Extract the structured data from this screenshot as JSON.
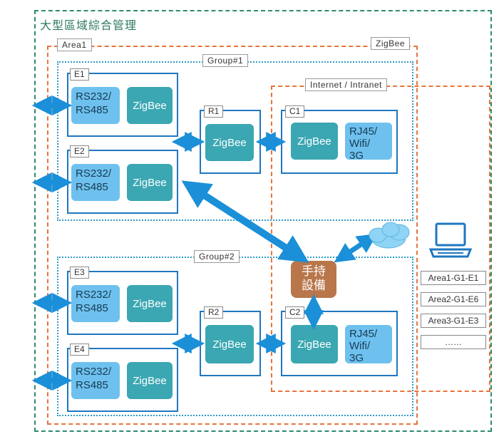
{
  "title": "大型區域綜合管理",
  "area_label": "Area1",
  "protocol_label": "ZigBee",
  "internet_label": "Internet / Intranet",
  "groups": [
    {
      "label": "Group#1"
    },
    {
      "label": "Group#2"
    }
  ],
  "end_devices": [
    {
      "id": "E1",
      "serial": "RS232/\nRS485",
      "radio": "ZigBee"
    },
    {
      "id": "E2",
      "serial": "RS232/\nRS485",
      "radio": "ZigBee"
    },
    {
      "id": "E3",
      "serial": "RS232/\nRS485",
      "radio": "ZigBee"
    },
    {
      "id": "E4",
      "serial": "RS232/\nRS485",
      "radio": "ZigBee"
    }
  ],
  "routers": [
    {
      "id": "R1",
      "radio": "ZigBee"
    },
    {
      "id": "R2",
      "radio": "ZigBee"
    }
  ],
  "coordinators": [
    {
      "id": "C1",
      "radio": "ZigBee",
      "uplink": "RJ45/\nWifi/\n3G"
    },
    {
      "id": "C2",
      "radio": "ZigBee",
      "uplink": "RJ45/\nWifi/\n3G"
    }
  ],
  "handheld": "手持\n設備",
  "device_list": [
    "Area1-G1-E1",
    "Area2-G1-E6",
    "Area3-G1-E3",
    "……"
  ],
  "colors": {
    "outer": "#2e8b6f",
    "area": "#e8743b",
    "group": "#2d9ac9",
    "device_border": "#1f77c0",
    "serial_block": "#6ec1ee",
    "zigbee_block": "#3aa7b2",
    "handheld": "#b8764a",
    "arrow": "#1b8fd8"
  },
  "icons": {
    "cloud": "cloud-icon",
    "laptop": "laptop-icon"
  }
}
